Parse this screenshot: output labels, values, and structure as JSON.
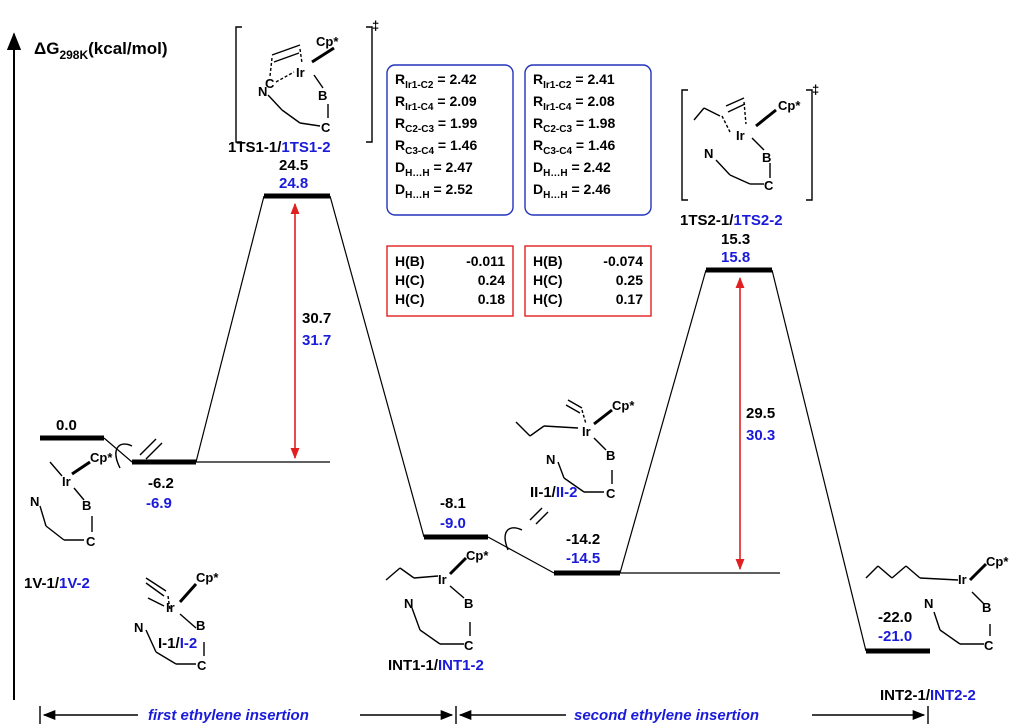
{
  "y_axis_label": {
    "main": "ΔG",
    "sub": "298K",
    "unit": "(kcal/mol)"
  },
  "energy_levels": [
    {
      "id": "1V",
      "label_black": "0.0",
      "label_blue": null
    },
    {
      "id": "I",
      "label_black": "-6.2",
      "label_blue": "-6.9"
    },
    {
      "id": "1TS1",
      "label_black": "24.5",
      "label_blue": "24.8"
    },
    {
      "id": "INT1",
      "label_black": "-8.1",
      "label_blue": "-9.0"
    },
    {
      "id": "II",
      "label_black": "-14.2",
      "label_blue": "-14.5"
    },
    {
      "id": "1TS2",
      "label_black": "15.3",
      "label_blue": "15.8"
    },
    {
      "id": "INT2",
      "label_black": "-22.0",
      "label_blue": "-21.0"
    }
  ],
  "barriers": [
    {
      "id": "barrier1",
      "black": "30.7",
      "blue": "31.7"
    },
    {
      "id": "barrier2",
      "black": "29.5",
      "blue": "30.3"
    }
  ],
  "structure_names": [
    {
      "id": "1V",
      "black": "1V-1/",
      "blue": "1V-2"
    },
    {
      "id": "I",
      "black": "I-1/",
      "blue": "I-2"
    },
    {
      "id": "1TS1",
      "black": "1TS1-1/",
      "blue": "1TS1-2"
    },
    {
      "id": "INT1",
      "black": "INT1-1/",
      "blue": "INT1-2"
    },
    {
      "id": "II",
      "black": "II-1/",
      "blue": "II-2"
    },
    {
      "id": "1TS2",
      "black": "1TS2-1/",
      "blue": "1TS2-2"
    },
    {
      "id": "INT2",
      "black": "INT2-1/",
      "blue": "INT2-2"
    }
  ],
  "geometry_tables": [
    {
      "id": "ts1",
      "rows": [
        {
          "sym": "R",
          "sub": "Ir1-C2",
          "val": "= 2.42"
        },
        {
          "sym": "R",
          "sub": "Ir1-C4",
          "val": "= 2.09"
        },
        {
          "sym": "R",
          "sub": "C2-C3",
          "val": "= 1.99"
        },
        {
          "sym": "R",
          "sub": "C3-C4",
          "val": "= 1.46"
        },
        {
          "sym": "D",
          "sub": "H…H",
          "val": "= 2.47"
        },
        {
          "sym": "D",
          "sub": "H…H",
          "val": "= 2.52"
        }
      ]
    },
    {
      "id": "ts2",
      "rows": [
        {
          "sym": "R",
          "sub": "Ir1-C2",
          "val": "= 2.41"
        },
        {
          "sym": "R",
          "sub": "Ir1-C4",
          "val": "= 2.08"
        },
        {
          "sym": "R",
          "sub": "C2-C3",
          "val": "= 1.98"
        },
        {
          "sym": "R",
          "sub": "C3-C4",
          "val": "= 1.46"
        },
        {
          "sym": "D",
          "sub": "H…H",
          "val": "= 2.42"
        },
        {
          "sym": "D",
          "sub": "H…H",
          "val": "= 2.46"
        }
      ]
    }
  ],
  "charge_tables": [
    {
      "id": "ts1",
      "rows": [
        [
          "H(B)",
          "-0.011"
        ],
        [
          "H(C)",
          "0.24"
        ],
        [
          "H(C)",
          "0.18"
        ]
      ]
    },
    {
      "id": "ts2",
      "rows": [
        [
          "H(B)",
          "-0.074"
        ],
        [
          "H(C)",
          "0.25"
        ],
        [
          "H(C)",
          "0.17"
        ]
      ]
    }
  ],
  "atoms": {
    "ir": "Ir",
    "cp": "Cp*",
    "b": "B",
    "c": "C",
    "n": "N",
    "ts_mark": "‡"
  },
  "spans": [
    {
      "id": "first",
      "label": "first ethylene insertion"
    },
    {
      "id": "second",
      "label": "second ethylene insertion"
    }
  ],
  "colors": {
    "black": "#000000",
    "blue": "#1a1adb",
    "red": "#e02020",
    "box_blue": "#2233bb",
    "box_red": "#e02020"
  }
}
